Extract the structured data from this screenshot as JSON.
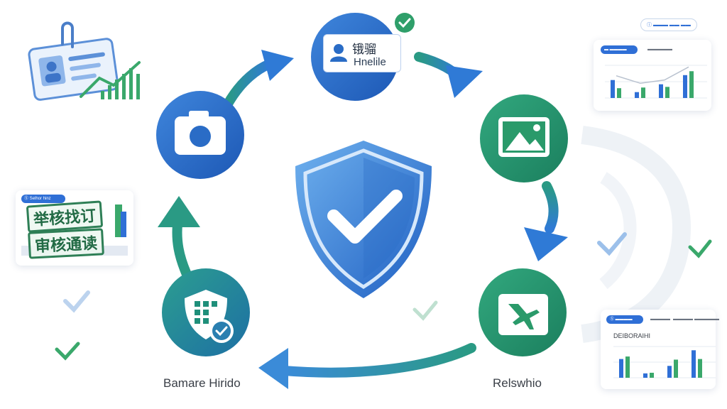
{
  "nodes": {
    "top_label_line1": "锇骝",
    "top_label_line2": "Hnelile",
    "bottom_left_caption": "Bamare Hirido",
    "bottom_right_caption": "Relswhio"
  },
  "left_card": {
    "chip": "Ⓢ Selhor hinz",
    "stamp1": "举核找订",
    "stamp2": "审核通读"
  },
  "top_right_card": {
    "header_pill": "ⓘ ▬▬▬ ▬▬ ▬▬",
    "chip": "▬ ▬▬▬▬",
    "tab": "▬▬▬▬▬",
    "bars": [
      {
        "blue": 0.55,
        "green": 0.3
      },
      {
        "blue": 0.18,
        "green": 0.32
      },
      {
        "blue": 0.42,
        "green": 0.34
      },
      {
        "blue": 0.7,
        "green": 0.82
      }
    ]
  },
  "bottom_right_card": {
    "chip": "Ⓢ ▬▬▬▬",
    "tabs": [
      "▬▬▬▬",
      "▬▬▬▬",
      "▬▬▬▬▬"
    ],
    "heading": "DEIBORAIHI",
    "bars": [
      {
        "blue": 0.6,
        "green": 0.68
      },
      {
        "blue": 0.14,
        "green": 0.16
      },
      {
        "blue": 0.38,
        "green": 0.58
      },
      {
        "blue": 0.88,
        "green": 0.6
      }
    ]
  },
  "colors": {
    "blue_primary": "#2f6fd6",
    "blue_node": "#2a6cc6",
    "teal_node": "#1f8f7a",
    "green_node": "#2a9a6a",
    "arrow_teal": "#2a9a84",
    "check_green": "#3aa86b"
  }
}
